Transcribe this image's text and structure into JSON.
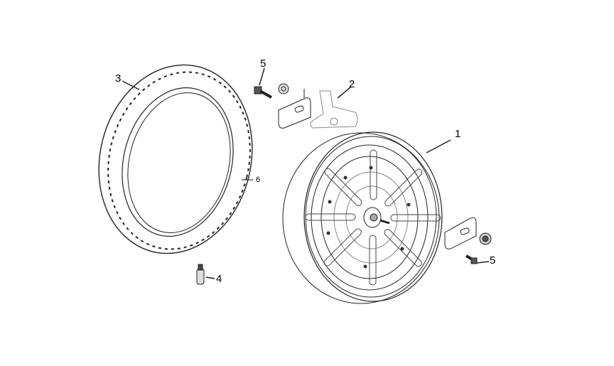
{
  "diagram": {
    "callouts": {
      "wheel": "1",
      "bracket": "2",
      "tire": "3",
      "valve": "4",
      "bolt_top": "5",
      "bolt_right": "5",
      "tube": "6"
    },
    "colors": {
      "line": "#222222",
      "background": "#ffffff"
    }
  }
}
